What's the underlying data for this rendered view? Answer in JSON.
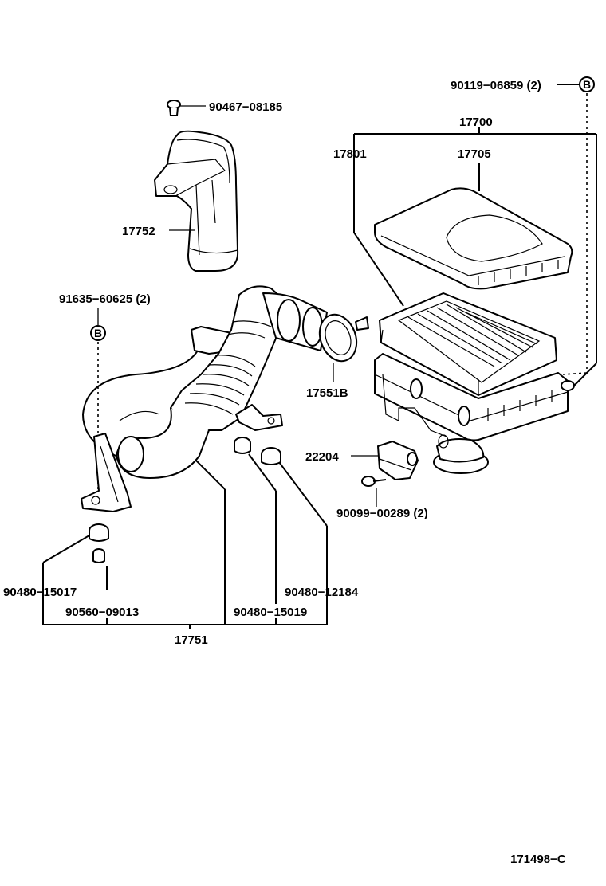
{
  "labels": {
    "p90119": "90119−06859 (2)",
    "callout_b_top": "B",
    "p90467": "90467−08185",
    "p17700": "17700",
    "p17801": "17801",
    "p17705": "17705",
    "p17752": "17752",
    "p91635": "91635−60625 (2)",
    "callout_b_left": "B",
    "p17551b": "17551B",
    "p22204": "22204",
    "p90099": "90099−00289 (2)",
    "p90480_12184": "90480−12184",
    "p90480_15017": "90480−15017",
    "p90560": "90560−09013",
    "p90480_15019": "90480−15019",
    "p17751": "17751",
    "figure_id": "171498−C"
  }
}
